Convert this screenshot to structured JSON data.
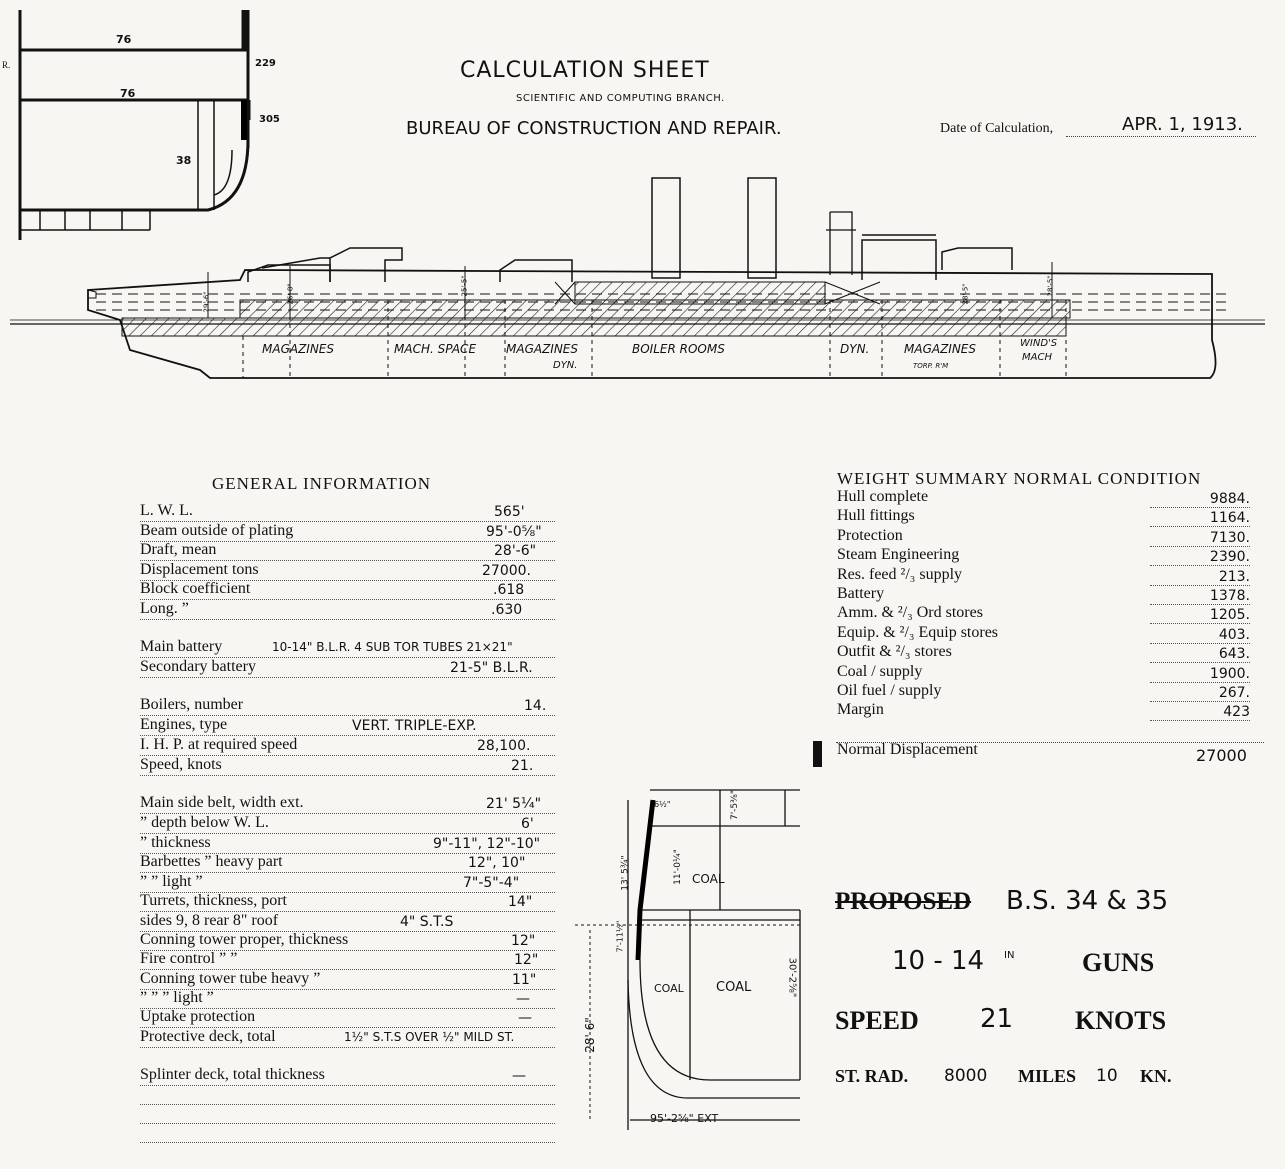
{
  "header": {
    "title": "CALCULATION SHEET",
    "subtitle": "SCIENTIFIC AND COMPUTING BRANCH.",
    "bureau": "BUREAU OF CONSTRUCTION AND REPAIR.",
    "date_label": "Date of Calculation,",
    "date_value": "APR. 1, 1913."
  },
  "inset": {
    "dims": [
      "76",
      "76",
      "229",
      "305",
      "38"
    ],
    "edge_label": "R."
  },
  "profile": {
    "compartments": [
      "MAGAZINES",
      "MACH. SPACE",
      "MAGAZINES",
      "BOILER ROOMS",
      "DYN.",
      "MAGAZINES",
      "WIND'S",
      "MACH"
    ],
    "sub_labels": [
      "DYN.",
      "TORP. R'M"
    ],
    "heights": [
      "29'-6\"",
      "26'-8\"",
      "25'-5\"",
      "28'-5\"",
      "26'-6\"",
      "28'-5\""
    ]
  },
  "general": {
    "title": "GENERAL    INFORMATION",
    "rows": [
      {
        "label": "L. W. L.",
        "value": "565'"
      },
      {
        "label": "Beam  outside of plating",
        "value": "95'-0⅝\""
      },
      {
        "label": "Draft, mean",
        "value": "28'-6\""
      },
      {
        "label": "Displacement          tons",
        "value": "27000."
      },
      {
        "label": "Block coefficient",
        "value": ".618"
      },
      {
        "label": "Long.       ”",
        "value": ".630"
      },
      {
        "label": "Main battery",
        "value": "10-14\" B.L.R.   4 SUB TOR TUBES 21×21\""
      },
      {
        "label": "Secondary battery",
        "value": "21-5\" B.L.R."
      },
      {
        "label": "Boilers, number",
        "value": "14."
      },
      {
        "label": "Engines, type",
        "value": "VERT. TRIPLE-EXP."
      },
      {
        "label": "I. H. P. at required speed",
        "value": "28,100."
      },
      {
        "label": "Speed, knots",
        "value": "21."
      },
      {
        "label": "Main side belt, width ext.",
        "value": "21' 5¼\""
      },
      {
        "label": "”          depth below W. L.",
        "value": "6'"
      },
      {
        "label": "”          thickness",
        "value": "9\"-11\", 12\"-10\""
      },
      {
        "label": "Barbettes            ”         heavy part",
        "value": "12\", 10\""
      },
      {
        "label": "”                    ”         light    ”",
        "value": "7\"-5\"-4\""
      },
      {
        "label": "Turrets, thickness, port",
        "value": "14\""
      },
      {
        "label": "sides 9, 8  rear  8\"  roof",
        "value": "4\" S.T.S"
      },
      {
        "label": "Conning tower proper, thickness",
        "value": "12\""
      },
      {
        "label": "Fire control ”                   ”",
        "value": "12\""
      },
      {
        "label": "Conning tower tube heavy ”",
        "value": "11\""
      },
      {
        "label": "”        ”        ”  light   ”",
        "value": "—"
      },
      {
        "label": "Uptake protection",
        "value": "—"
      },
      {
        "label": "Protective deck, total",
        "value": "1½\" S.T.S  OVER ½\" MILD ST."
      },
      {
        "label": "Splinter deck, total thickness",
        "value": "—"
      }
    ]
  },
  "weights": {
    "title": "WEIGHT  SUMMARY  NORMAL  CONDITION",
    "rows": [
      {
        "label": "Hull complete",
        "value": "9884."
      },
      {
        "label": "Hull fittings",
        "value": "1164."
      },
      {
        "label": "Protection",
        "value": "7130."
      },
      {
        "label": "Steam Engineering",
        "value": "2390."
      },
      {
        "label": "Res. feed ²/₃ supply",
        "value": "213."
      },
      {
        "label": "Battery",
        "value": "1378."
      },
      {
        "label": "Amm. & ²/₃ Ord stores",
        "value": "1205."
      },
      {
        "label": "Equip. & ²/₃ Equip  stores",
        "value": "403."
      },
      {
        "label": "Outfit & ²/₃ stores",
        "value": "643."
      },
      {
        "label": "Coal  /  supply",
        "value": "1900."
      },
      {
        "label": "Oil fuel  /  supply",
        "value": "267."
      },
      {
        "label": "Margin",
        "value": "423"
      }
    ],
    "total_label": "Normal Displacement",
    "total_value": "27000"
  },
  "section": {
    "labels": [
      "COAL",
      "COAL",
      "COAL"
    ],
    "dims": [
      "6½\"",
      "7'-5⅜\"",
      "11'-0¼\"",
      "13' 5¾\"",
      "7'-11½\"",
      "30'-2⅝\"",
      "28' 6\"",
      "95'-2⅝\" EXT"
    ]
  },
  "summary": {
    "proposed": "PROPOSED",
    "bs": "B.S. 34 & 35",
    "guns_count": "10 - 14",
    "guns_unit": "IN",
    "guns_label": "GUNS",
    "speed_label": "SPEED",
    "speed_value": "21",
    "speed_unit": "KNOTS",
    "rad_label": "ST. RAD.",
    "rad_value": "8000",
    "rad_unit": "MILES",
    "rad_speed": "10",
    "rad_speed_unit": "KN."
  }
}
